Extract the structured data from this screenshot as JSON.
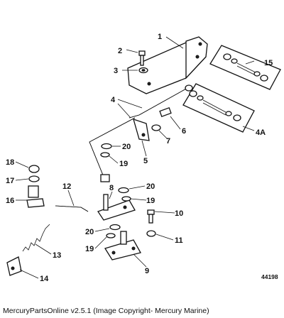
{
  "diagram": {
    "callouts": [
      "1",
      "2",
      "3",
      "4",
      "4A",
      "5",
      "6",
      "7",
      "8",
      "9",
      "10",
      "11",
      "12",
      "13",
      "14",
      "15",
      "16",
      "17",
      "18",
      "19",
      "19",
      "19",
      "20",
      "20",
      "20"
    ],
    "figure_number": "44198"
  },
  "caption": "MercuryPartsOnline v2.5.1 (Image Copyright- Mercury Marine)"
}
